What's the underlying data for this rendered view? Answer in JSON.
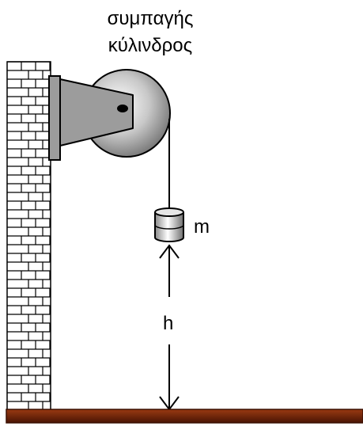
{
  "title": {
    "line1": "συμπαγής",
    "line2": "κύλινδρος"
  },
  "mass_label": "m",
  "height_label": "h",
  "colors": {
    "wall_fill": "#ffffff",
    "wall_stroke": "#000000",
    "bracket_fill": "#9c9c9c",
    "cylinder_gradient_light": "#ffffff",
    "cylinder_gradient_dark": "#7a7a7a",
    "floor_fill": "#7a2a0a",
    "floor_dark": "#4a1404"
  }
}
